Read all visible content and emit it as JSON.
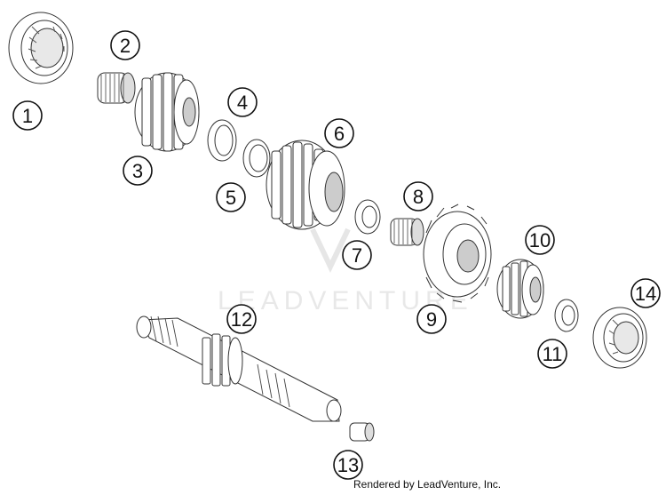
{
  "watermark": {
    "text": "LEADVENTURE"
  },
  "credit": "Rendered by LeadVenture, Inc.",
  "colors": {
    "part_fill": "#ffffff",
    "part_stroke": "#333333",
    "shade": "#cfcfcf",
    "callout": "#111111"
  },
  "parts": [
    {
      "label": "1",
      "name": "bearing"
    },
    {
      "label": "2",
      "name": "needle-bearing"
    },
    {
      "label": "3",
      "name": "gear"
    },
    {
      "label": "4",
      "name": "washer"
    },
    {
      "label": "5",
      "name": "lock-ring"
    },
    {
      "label": "6",
      "name": "sliding-gear"
    },
    {
      "label": "7",
      "name": "lock-washer"
    },
    {
      "label": "8",
      "name": "needle-bearing"
    },
    {
      "label": "9",
      "name": "gear"
    },
    {
      "label": "10",
      "name": "gear"
    },
    {
      "label": "11",
      "name": "washer"
    },
    {
      "label": "12",
      "name": "main-shaft"
    },
    {
      "label": "13",
      "name": "bushing"
    },
    {
      "label": "14",
      "name": "bearing"
    }
  ]
}
